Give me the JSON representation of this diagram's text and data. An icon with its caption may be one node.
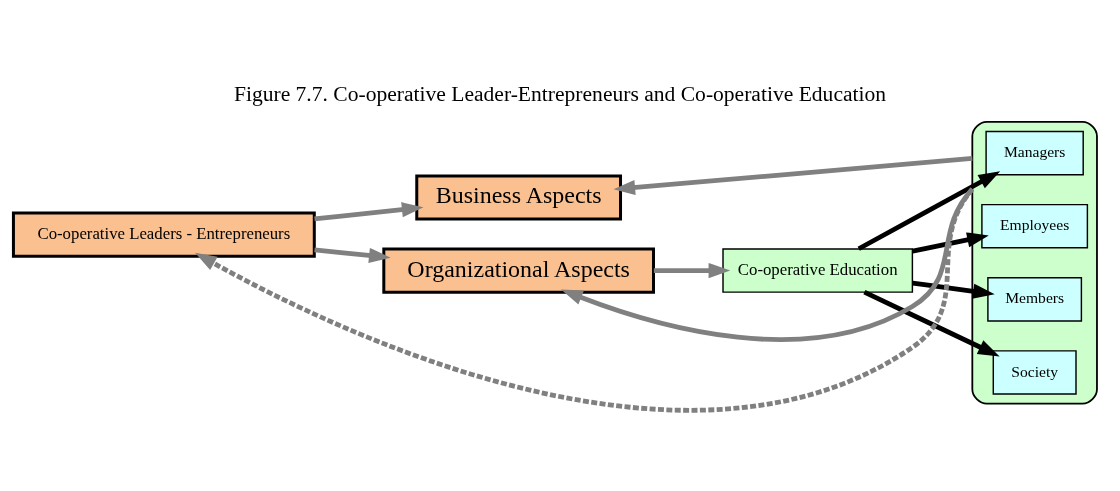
{
  "diagram": {
    "title": "Figure 7.7. Co-operative Leader-Entrepreneurs and Co-operative Education",
    "nodes": [
      {
        "text": [
          "Business Aspects"
        ]
      },
      {
        "text": [
          "Co-operative Leaders - Entrepreneurs"
        ]
      },
      {
        "text": [
          "Organizational Aspects"
        ]
      },
      {
        "text": [
          "Co-operative Education"
        ]
      },
      {
        "text": [],
        "shape": "box"
      },
      {
        "text": [
          "Managers"
        ],
        "in": 4
      },
      {
        "text": [
          "Employees"
        ],
        "in": 4
      },
      {
        "text": [
          "Members"
        ],
        "in": 4
      },
      {
        "text": [
          "Society"
        ],
        "in": 4
      }
    ],
    "edges": [
      {
        "from": 1,
        "to": 0,
        "arrow": "to"
      },
      {
        "from": 1,
        "to": 2,
        "arrow": "to"
      },
      {
        "from": 2,
        "to": 3,
        "arrow": "to"
      },
      {
        "from": 3,
        "to": 5,
        "arrow": "to",
        "color": "#000000"
      },
      {
        "from": 3,
        "to": 6,
        "arrow": "to",
        "color": "#000000"
      },
      {
        "from": 3,
        "to": 7,
        "arrow": "to",
        "color": "#000000"
      },
      {
        "from": 3,
        "to": 8,
        "arrow": "to",
        "color": "#000000"
      },
      {
        "from": 4,
        "to": 1,
        "arrow": "to",
        "style": "dashed"
      },
      {
        "from": 4,
        "to": 0,
        "arrow": "to"
      },
      {
        "from": 4,
        "to": 2,
        "arrow": "to"
      }
    ]
  }
}
